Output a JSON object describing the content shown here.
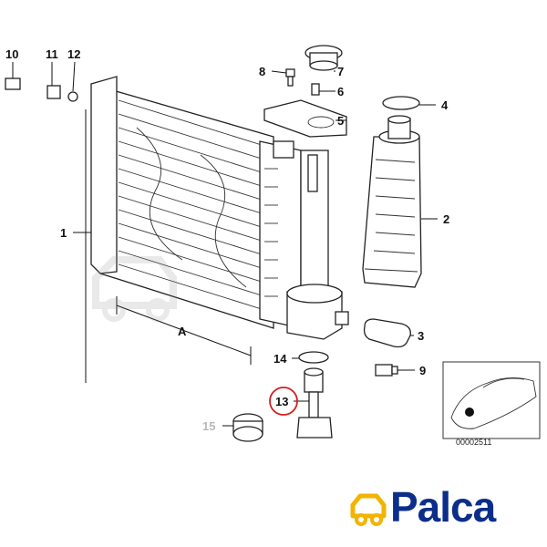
{
  "callouts": {
    "c1": "1",
    "c2": "2",
    "c3": "3",
    "c4": "4",
    "c5": "5",
    "c6": "6",
    "c7": "7",
    "c8": "8",
    "c9": "9",
    "c10": "10",
    "c11": "11",
    "c12": "12",
    "c13": "13",
    "c14": "14",
    "c15": "15"
  },
  "dimension_label": "A",
  "figure_code": "00002511",
  "brand": {
    "name": "Palca",
    "color": "#0b2e8a",
    "accent": "#f2b400"
  },
  "highlight_color": "#d21f1f"
}
